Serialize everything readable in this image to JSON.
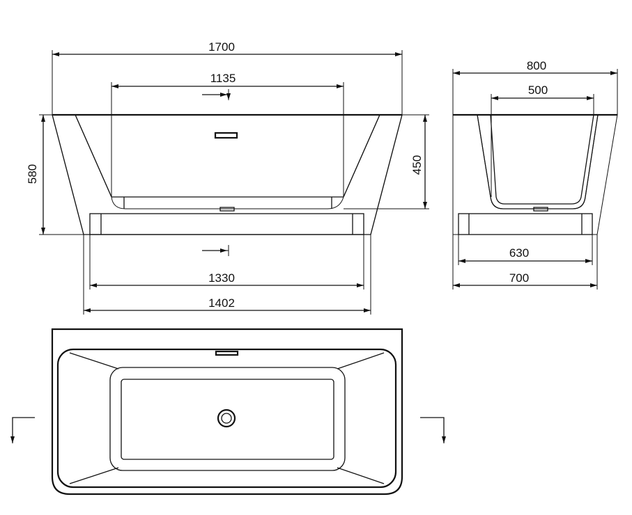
{
  "drawing": {
    "front_view": {
      "overall_length": "1700",
      "inner_length": "1135",
      "overall_height": "580",
      "inner_depth": "450",
      "base_inner_length": "1330",
      "base_outer_length": "1402"
    },
    "side_view": {
      "overall_width": "800",
      "inner_width": "500",
      "base_inner_width": "630",
      "base_outer_width": "700"
    }
  },
  "colors": {
    "line": "#111111",
    "background": "#ffffff"
  }
}
